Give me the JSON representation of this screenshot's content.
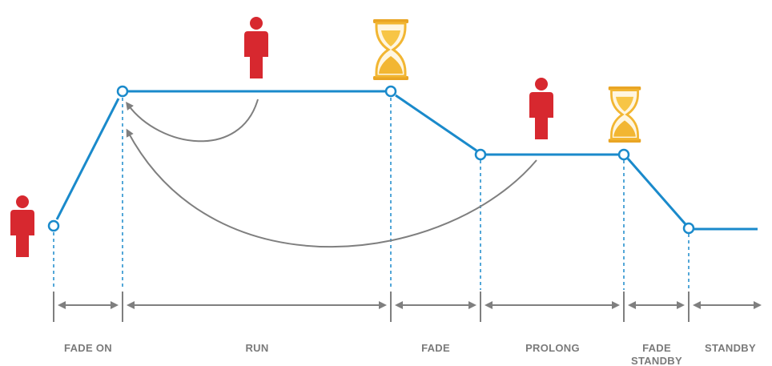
{
  "phases": [
    {
      "id": "fade-on",
      "label": "FADE ON"
    },
    {
      "id": "run",
      "label": "RUN"
    },
    {
      "id": "fade",
      "label": "FADE"
    },
    {
      "id": "prolong",
      "label": "PROLONG"
    },
    {
      "id": "fade-standby",
      "label_line1": "FADE",
      "label_line2": "STANDBY"
    },
    {
      "id": "standby",
      "label": "STANDBY"
    }
  ],
  "icons": {
    "presence": "person-icon",
    "timer": "hourglass-icon",
    "return": "return-arrow-icon"
  },
  "colors": {
    "line": "#1a8acb",
    "node_fill": "#ffffff",
    "person": "#d7282f",
    "hourglass": "#f2b632",
    "hourglass_frame": "#e9a524",
    "arrows": "#7f7f7f",
    "labels": "#7a7a7a"
  }
}
